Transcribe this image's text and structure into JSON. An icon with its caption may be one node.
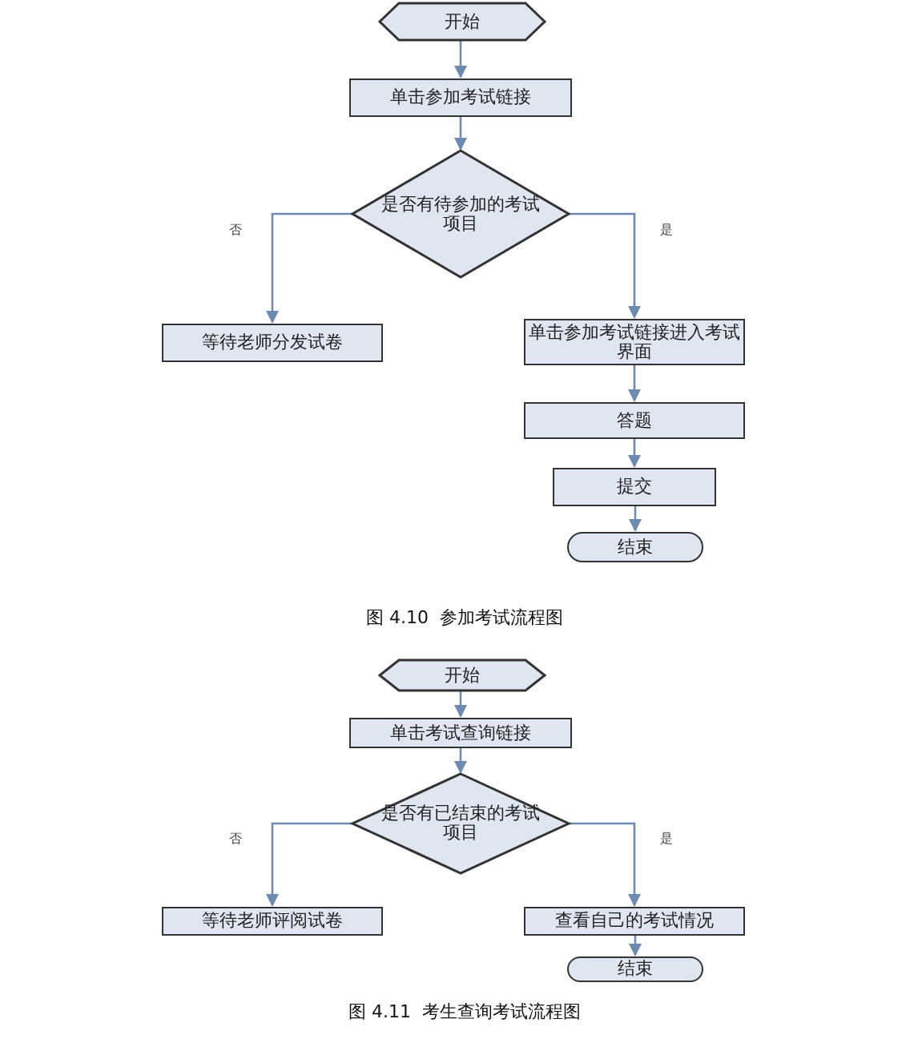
{
  "diagram": {
    "nodes": [
      {
        "text": [
          "开始"
        ]
      },
      {
        "text": [
          "单击参加考试链接"
        ]
      },
      {
        "text": [
          "是否有待参加的考试项目"
        ]
      },
      {
        "text": [
          "等待老师分发试卷"
        ]
      },
      {
        "text": [
          "单击参加考试链接进入考试界面"
        ]
      },
      {
        "text": [
          "答题"
        ]
      },
      {
        "text": [
          "提交"
        ]
      },
      {
        "text": [
          "结束"
        ]
      },
      {
        "text": [
          "开始"
        ]
      },
      {
        "text": [
          "单击考试查询链接"
        ]
      },
      {
        "text": [
          "是否有已结束的考试项目"
        ]
      },
      {
        "text": [
          "等待老师评阅试卷"
        ]
      },
      {
        "text": [
          "查看自己的考试情况"
        ]
      },
      {
        "text": [
          "结束"
        ]
      }
    ],
    "edges": [
      {
        "from": 0,
        "to": 1,
        "arrow": "to"
      },
      {
        "from": 1,
        "to": 2,
        "arrow": "to"
      },
      {
        "from": 2,
        "to": 3,
        "arrow": "to",
        "label": "否"
      },
      {
        "from": 2,
        "to": 4,
        "arrow": "to",
        "label": "是"
      },
      {
        "from": 4,
        "to": 5,
        "arrow": "to"
      },
      {
        "from": 5,
        "to": 6,
        "arrow": "to"
      },
      {
        "from": 6,
        "to": 7,
        "arrow": "to"
      },
      {
        "from": 8,
        "to": 9,
        "arrow": "to"
      },
      {
        "from": 9,
        "to": 10,
        "arrow": "to"
      },
      {
        "from": 10,
        "to": 11,
        "arrow": "to",
        "label": "否"
      },
      {
        "from": 10,
        "to": 12,
        "arrow": "to",
        "label": "是"
      },
      {
        "from": 12,
        "to": 13,
        "arrow": "to"
      }
    ],
    "labels": [
      "图 4.10  参加考试流程图",
      "图 4.11  考生查询考试流程图"
    ]
  }
}
